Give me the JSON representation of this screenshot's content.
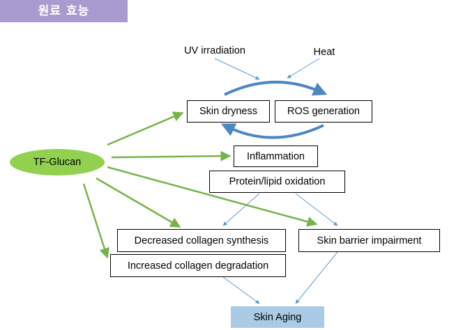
{
  "header": {
    "title": "원료 효능"
  },
  "nodes": {
    "uv": "UV irradiation",
    "heat": "Heat",
    "dryness": "Skin dryness",
    "ros": "ROS generation",
    "tfglucan": "TF-Glucan",
    "inflammation": "Inflammation",
    "oxidation": "Protein/lipid oxidation",
    "decreased": "Decreased collagen synthesis",
    "barrier": "Skin barrier impairment",
    "increased": "Increased collagen degradation",
    "aging": "Skin Aging"
  },
  "colors": {
    "header": "#a99bcf",
    "tf_glucan": "#92d050",
    "green_arrow": "#77b34a",
    "blue_arrow": "#5b9bd5",
    "output_fill": "#a9cbe6"
  }
}
